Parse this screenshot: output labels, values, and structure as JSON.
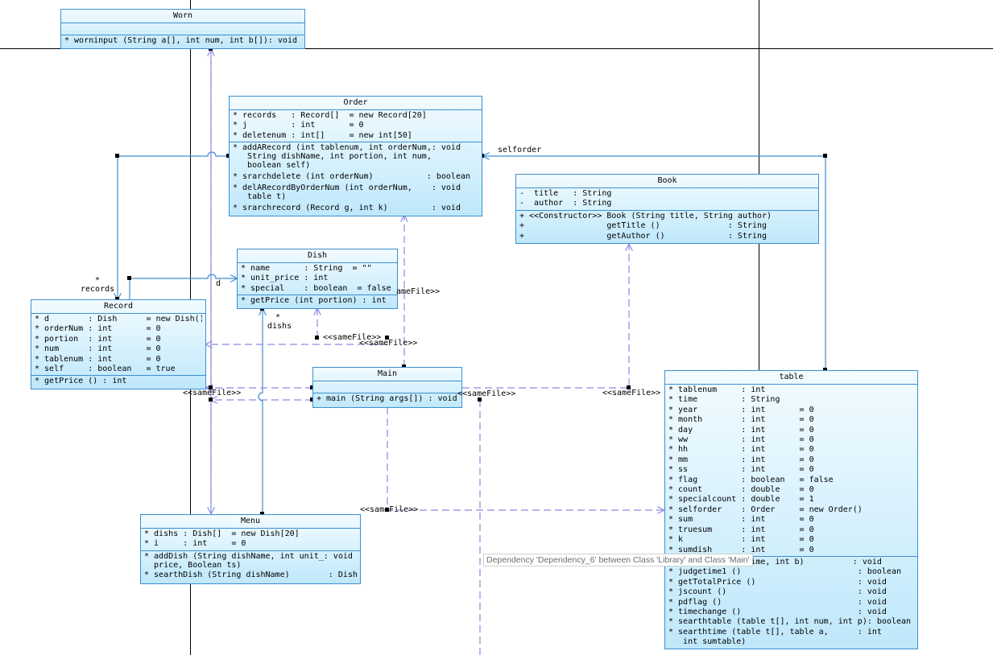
{
  "classes": {
    "worn": {
      "name": "Worn",
      "attributes": [],
      "methods": [
        "* worninput (String a[], int num, int b[]): void"
      ]
    },
    "order": {
      "name": "Order",
      "attributes": [
        "* records   : Record[]  = new Record[20]",
        "* j         : int       = 0",
        "* deletenum : int[]     = new int[50]"
      ],
      "methods": [
        "* addARecord (int tablenum, int orderNum,: void",
        "   String dishName, int portion, int num,",
        "   boolean self)",
        "* srarchdelete (int orderNum)           : boolean",
        "* delARecordByOrderNum (int orderNum,    : void",
        "   table t)",
        "* srarchrecord (Record g, int k)         : void"
      ]
    },
    "book": {
      "name": "Book",
      "attributes": [
        "-  title   : String",
        "-  author  : String"
      ],
      "methods": [
        "+ <<Constructor>> Book (String title, String author)",
        "+                 getTitle ()              : String",
        "+                 getAuthor ()             : String"
      ]
    },
    "dish": {
      "name": "Dish",
      "attributes": [
        "* name       : String  = \"\"",
        "* unit_price : int",
        "* special    : boolean  = false"
      ],
      "methods": [
        "* getPrice (int portion) : int"
      ]
    },
    "record": {
      "name": "Record",
      "attributes": [
        "* d        : Dish      = new Dish()",
        "* orderNum : int       = 0",
        "* portion  : int       = 0",
        "* num      : int       = 0",
        "* tablenum : int       = 0",
        "* self     : boolean   = true"
      ],
      "methods": [
        "* getPrice () : int"
      ]
    },
    "main": {
      "name": "Main",
      "attributes": [],
      "methods": [
        "+ main (String args[]) : void"
      ]
    },
    "menu": {
      "name": "Menu",
      "attributes": [
        "* dishs : Dish[]  = new Dish[20]",
        "* i     : int     = 0"
      ],
      "methods": [
        "* addDish (String dishName, int unit_: void",
        "  price, Boolean ts)",
        "* searthDish (String dishName)        : Dish"
      ]
    },
    "table": {
      "name": "table",
      "attributes": [
        "* tablenum     : int",
        "* time         : String",
        "* year         : int       = 0",
        "* month        : int       = 0",
        "* day          : int       = 0",
        "* ww           : int       = 0",
        "* hh           : int       = 0",
        "* mm           : int       = 0",
        "* ss           : int       = 0",
        "* flag         : boolean   = false",
        "* count        : double    = 0",
        "* specialcount : double    = 1",
        "* selforder    : Order     = new Order()",
        "* sum          : int       = 0",
        "* truesum      : int       = 0",
        "* k            : int       = 0",
        "* sumdish      : int       = 0"
      ],
      "methods": [
        "* input (String time, int b)          : void",
        "* judgetime1 ()                        : boolean",
        "* getTotalPrice ()                     : void",
        "* jscount ()                           : void",
        "* pdflag ()                            : void",
        "* timechange ()                        : void",
        "* searthtable (table t[], int num, int p): boolean",
        "* searthtime (table t[], table a,      : int",
        "   int sumtable)"
      ]
    }
  },
  "labels": {
    "selforder": "selforder",
    "records_mult": "*",
    "records": "records",
    "d": "d",
    "dishs_mult": "*",
    "dishs": "dishs",
    "samefile_1": "<<sameFile>>",
    "samefile_2": "<<sameFile>>",
    "samefile_3": "<<sameFile>>",
    "samefile_4": "<<sameFile>>",
    "samefile_5": "<<sameFile>>",
    "samefile_6": "<<sameFile>>",
    "samefile_7": "ameFile>>"
  },
  "tooltip": "Dependency 'Dependency_6' between Class 'Library' and Class 'Main'",
  "colors": {
    "line": "#3c8fd0",
    "dashed_line": "#8a8ae6",
    "class_border": "#3c8fd0",
    "class_fill_top": "#f2fbff",
    "class_fill_bottom": "#bfe8fb",
    "handle": "#000000"
  }
}
